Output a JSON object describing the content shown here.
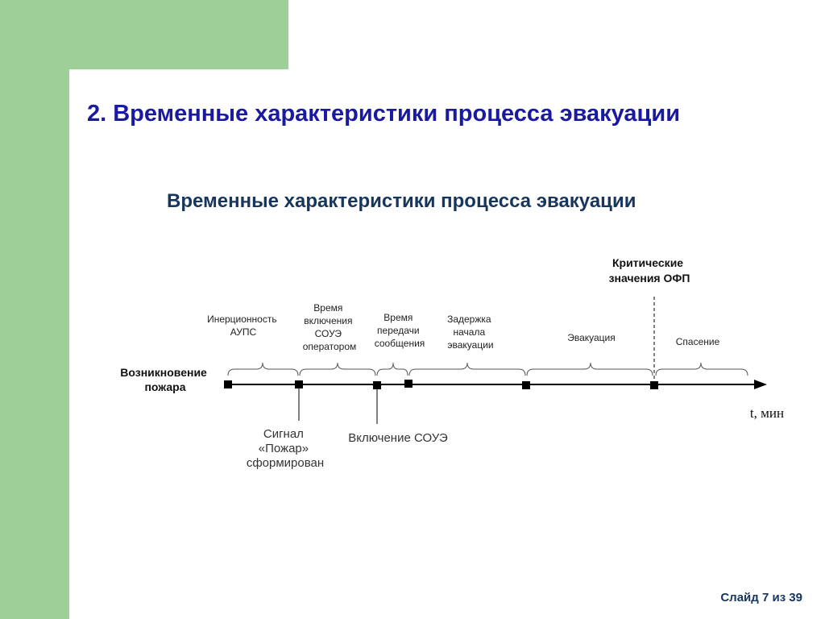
{
  "slide": {
    "title": "2. Временные характеристики процесса эвакуации",
    "counter": "Слайд 7 из 39",
    "colors": {
      "accent_green": "#9fcf98",
      "title_blue": "#1a1aa0",
      "heading_navy": "#17365d"
    }
  },
  "diagram": {
    "heading": "Временные характеристики процесса эвакуации",
    "start_label": [
      "Возникновение",
      "пожара"
    ],
    "axis_label": "t, мин",
    "critical_label": [
      "Критические",
      "значения ОФП"
    ],
    "segments": [
      {
        "id": "inertia",
        "lines": [
          "Инерционность",
          "АУПС"
        ]
      },
      {
        "id": "activation",
        "lines": [
          "Время",
          "включения",
          "СОУЭ",
          "оператором"
        ]
      },
      {
        "id": "transmission",
        "lines": [
          "Время",
          "передачи",
          "сообщения"
        ]
      },
      {
        "id": "delay",
        "lines": [
          "Задержка",
          "начала",
          "эвакуации"
        ]
      },
      {
        "id": "evacuation",
        "lines": [
          "Эвакуация"
        ]
      },
      {
        "id": "rescue",
        "lines": [
          "Спасение"
        ]
      }
    ],
    "events": [
      {
        "id": "signal",
        "lines": [
          "Сигнал",
          "«Пожар»",
          "сформирован"
        ]
      },
      {
        "id": "soue",
        "lines": [
          "Включение СОУЭ"
        ]
      }
    ]
  }
}
